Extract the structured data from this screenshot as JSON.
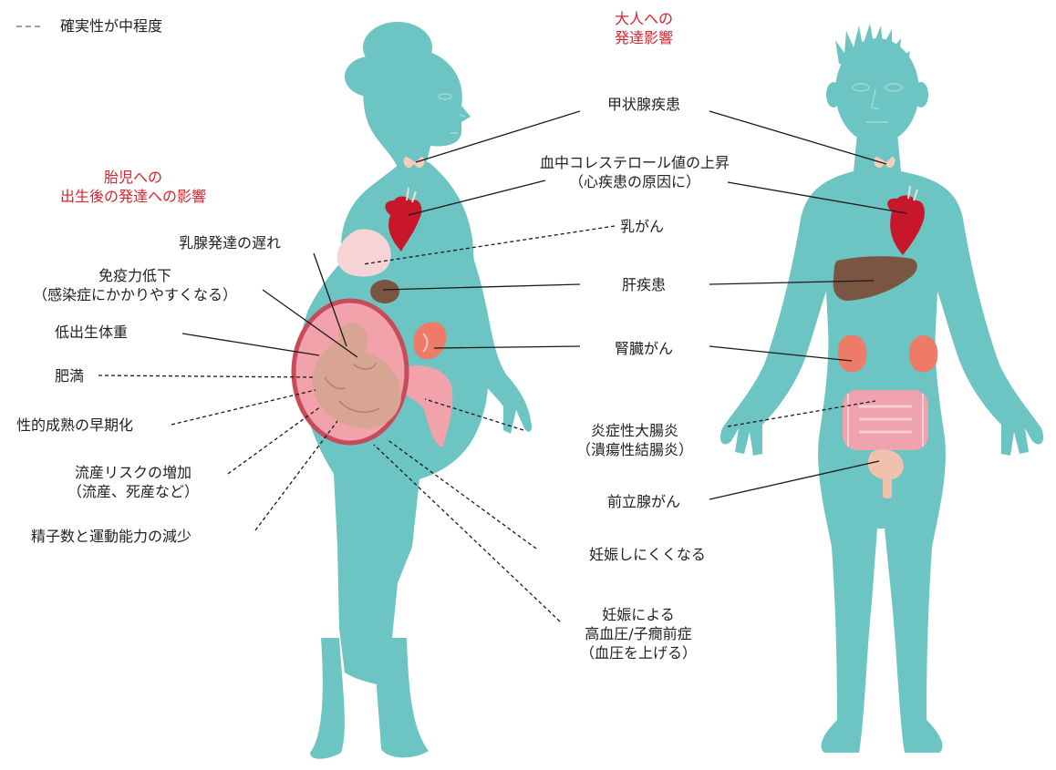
{
  "colors": {
    "body": "#6cc5c2",
    "heart": "#c8162b",
    "liver": "#7a5542",
    "kidney": "#ee7b67",
    "breast": "#f6d4d6",
    "uterus": "#f1a2ab",
    "uterus_rim": "#c84b5c",
    "fetus": "#d9a593",
    "thyroid": "#f5cdb8",
    "intestine": "#efa3ae",
    "prostate": "#f0c2ad",
    "heading": "#d9232e",
    "text": "#222222",
    "line": "#1a1a1a"
  },
  "legend": {
    "dotted_label": "確実性が中程度"
  },
  "left": {
    "heading": [
      "胎児への",
      "出生後の発達への影響"
    ],
    "labels": [
      {
        "id": "mammary",
        "lines": [
          "乳腺発達の遅れ"
        ]
      },
      {
        "id": "immune",
        "lines": [
          "免疫力低下",
          "（感染症にかかりやすくなる）"
        ]
      },
      {
        "id": "lbw",
        "lines": [
          "低出生体重"
        ]
      },
      {
        "id": "obesity",
        "lines": [
          "肥満"
        ]
      },
      {
        "id": "puberty",
        "lines": [
          "性的成熟の早期化"
        ]
      },
      {
        "id": "miscarriage",
        "lines": [
          "流産リスクの増加",
          "（流産、死産など）"
        ]
      },
      {
        "id": "sperm",
        "lines": [
          "精子数と運動能力の減少"
        ]
      }
    ]
  },
  "right": {
    "heading": [
      "大人への",
      "発達影響"
    ],
    "labels": [
      {
        "id": "thyroid",
        "lines": [
          "甲状腺疾患"
        ]
      },
      {
        "id": "cholesterol",
        "lines": [
          "血中コレステロール値の上昇",
          "（心疾患の原因に）"
        ]
      },
      {
        "id": "breast",
        "lines": [
          "乳がん"
        ]
      },
      {
        "id": "liver",
        "lines": [
          "肝疾患"
        ]
      },
      {
        "id": "kidney",
        "lines": [
          "腎臓がん"
        ]
      },
      {
        "id": "ibd",
        "lines": [
          "炎症性大腸炎",
          "（潰瘍性結腸炎）"
        ]
      },
      {
        "id": "prostate",
        "lines": [
          "前立腺がん"
        ]
      },
      {
        "id": "infertility",
        "lines": [
          "妊娠しにくくなる"
        ]
      },
      {
        "id": "preeclampsia",
        "lines": [
          "妊娠による",
          "高血圧/子癇前症",
          "（血圧を上げる）"
        ]
      }
    ]
  }
}
